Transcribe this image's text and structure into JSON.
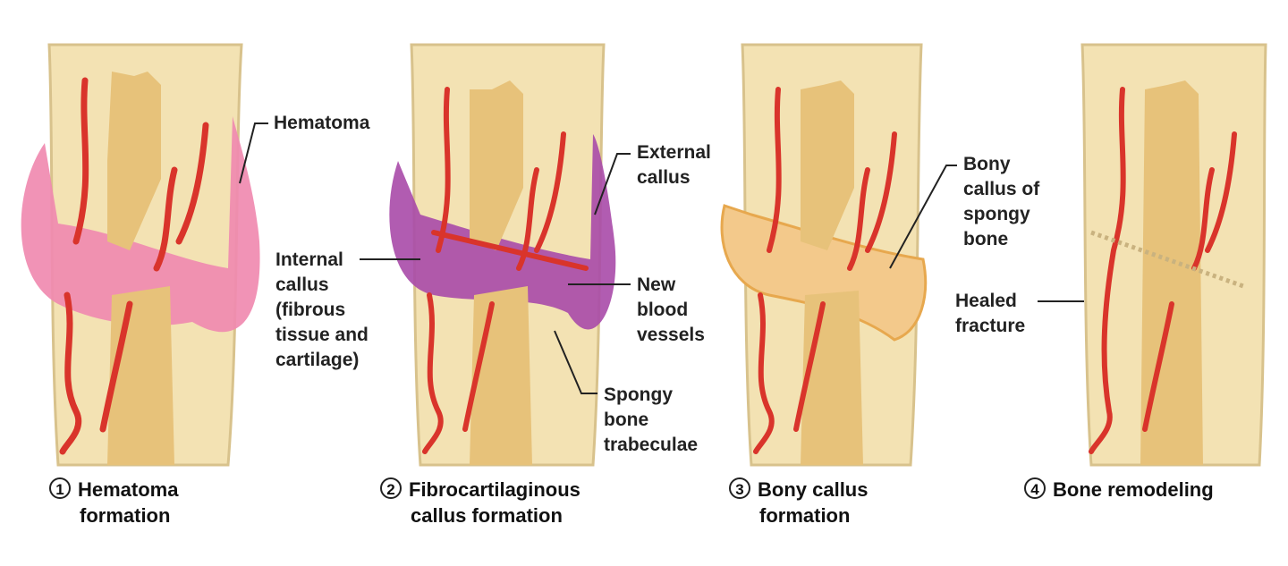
{
  "colors": {
    "bone": "#f3e2b3",
    "spongy_bone": "#e7c27a",
    "vessel": "#d9342b",
    "hematoma": "#f08ab0",
    "fibrocartilage": "#a94aa8",
    "callus": "#f3c98b"
  },
  "labels": {
    "hematoma": "Hematoma",
    "internal_callus": [
      "Internal",
      "callus",
      "(fibrous",
      "tissue and",
      "cartilage)"
    ],
    "external_callus": [
      "External",
      "callus"
    ],
    "new_vessels": [
      "New",
      "blood",
      "vessels"
    ],
    "spongy_trabeculae": [
      "Spongy",
      "bone",
      "trabeculae"
    ],
    "bony_callus": [
      "Bony",
      "callus of",
      "spongy",
      "bone"
    ],
    "healed_fracture": [
      "Healed",
      "fracture"
    ]
  },
  "stages": [
    {
      "number": "1",
      "line1": "Hematoma",
      "line2": "formation"
    },
    {
      "number": "2",
      "line1": "Fibrocartilaginous",
      "line2": "callus formation"
    },
    {
      "number": "3",
      "line1": "Bony callus",
      "line2": "formation"
    },
    {
      "number": "4",
      "line1": "Bone remodeling",
      "line2": ""
    }
  ]
}
